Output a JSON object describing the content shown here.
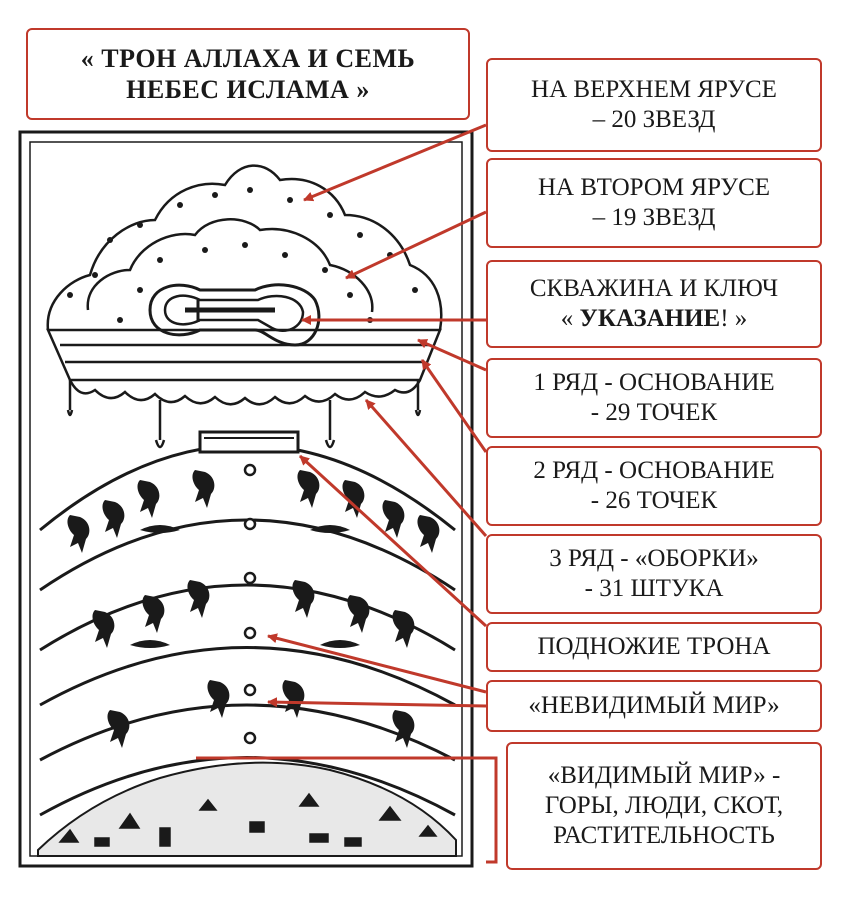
{
  "title": {
    "line1": "« ТРОН АЛЛАХА И СЕМЬ",
    "line2": "НЕБЕС ИСЛАМА »"
  },
  "labels": [
    {
      "line1": "НА ВЕРХНЕМ ЯРУСЕ",
      "line2": "– 20  ЗВЕЗД"
    },
    {
      "line1": "НА ВТОРОМ ЯРУСЕ",
      "line2": "– 19  ЗВЕЗД"
    },
    {
      "line1": "СКВАЖИНА И КЛЮЧ",
      "line2a": "« ",
      "line2b": "УКАЗАНИЕ",
      "line2c": "! »"
    },
    {
      "line1": "1 РЯД - ОСНОВАНИЕ",
      "line2": "- 29 ТОЧЕК"
    },
    {
      "line1": "2 РЯД - ОСНОВАНИЕ",
      "line2": "- 26 ТОЧЕК"
    },
    {
      "line1": "3 РЯД  - «ОБОРКИ»",
      "line2": "- 31 ШТУКА"
    },
    {
      "line1": "ПОДНОЖИЕ ТРОНА"
    },
    {
      "line1": "«НЕВИДИМЫЙ  МИР»"
    },
    {
      "line1": "«ВИДИМЫЙ  МИР» -",
      "line2": "ГОРЫ, ЛЮДИ, СКОТ,",
      "line3": "РАСТИТЕЛЬНОСТЬ"
    }
  ],
  "colors": {
    "accent": "#c0392b",
    "ink": "#1a1a1a"
  }
}
